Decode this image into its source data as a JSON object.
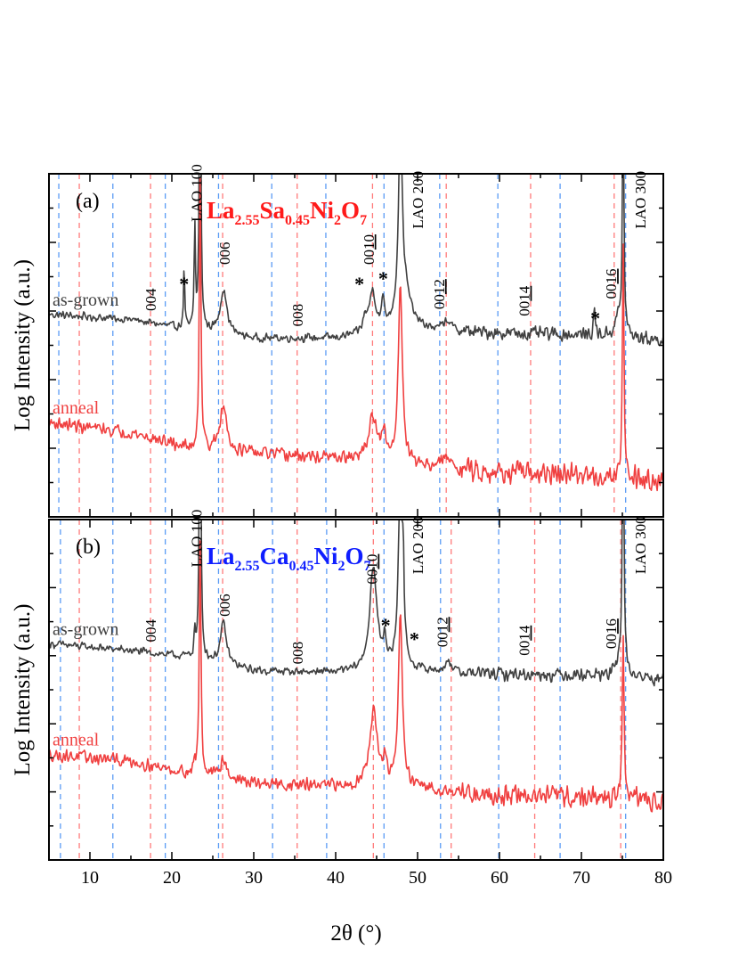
{
  "chart_data": [
    {
      "type": "line",
      "panel": "(a)",
      "title_parts": [
        {
          "t": "La",
          "sub": false
        },
        {
          "t": "2.55",
          "sub": true
        },
        {
          "t": "Sa",
          "sub": false
        },
        {
          "t": "0.45",
          "sub": true
        },
        {
          "t": "Ni",
          "sub": false
        },
        {
          "t": "2",
          "sub": true
        },
        {
          "t": "O",
          "sub": false
        },
        {
          "t": "7",
          "sub": true
        }
      ],
      "title_color": "#ff1a1a",
      "xlim": [
        5,
        80
      ],
      "ylabel": "Log Intensity (a.u.)",
      "series": [
        {
          "name": "as-grown",
          "color": "#404040",
          "baseline": [
            [
              5,
              0.59
            ],
            [
              15,
              0.575
            ],
            [
              22,
              0.545
            ],
            [
              30,
              0.52
            ],
            [
              40,
              0.52
            ],
            [
              44,
              0.53
            ],
            [
              50,
              0.54
            ],
            [
              60,
              0.535
            ],
            [
              70,
              0.53
            ],
            [
              80,
              0.515
            ]
          ],
          "peaks": [
            [
              21.5,
              0.09,
              0.18
            ],
            [
              22.8,
              0.09,
              0.3
            ],
            [
              23.45,
              0.12,
              0.9
            ],
            [
              26.3,
              0.5,
              0.13
            ],
            [
              43.6,
              0.28,
              0.04
            ],
            [
              44.5,
              0.45,
              0.12
            ],
            [
              45.8,
              0.2,
              0.08
            ],
            [
              47.9,
              0.25,
              0.55
            ],
            [
              48.3,
              1.0,
              0.12
            ],
            [
              53.6,
              0.6,
              0.03
            ],
            [
              71.6,
              0.12,
              0.08
            ],
            [
              74.6,
              0.55,
              0.06
            ],
            [
              75.1,
              0.1,
              0.75
            ]
          ],
          "noise": 0.014
        },
        {
          "name": "anneal",
          "color": "#f04040",
          "baseline": [
            [
              5,
              0.275
            ],
            [
              15,
              0.245
            ],
            [
              22,
              0.2
            ],
            [
              30,
              0.185
            ],
            [
              40,
              0.17
            ],
            [
              50,
              0.15
            ],
            [
              60,
              0.13
            ],
            [
              70,
              0.12
            ],
            [
              80,
              0.11
            ]
          ],
          "peaks": [
            [
              23.45,
              0.12,
              0.8
            ],
            [
              26.3,
              0.5,
              0.13
            ],
            [
              44.5,
              0.6,
              0.13
            ],
            [
              45.9,
              0.3,
              0.07
            ],
            [
              47.9,
              0.3,
              0.52
            ],
            [
              53.5,
              0.6,
              0.03
            ],
            [
              75.1,
              0.12,
              0.68
            ]
          ],
          "noise": 0.022
        }
      ],
      "annotations": [
        {
          "text": "LAO 100",
          "x": 23.0,
          "y": 0.86,
          "rotate": true
        },
        {
          "text": "006",
          "x": 26.4,
          "y": 0.735,
          "rotate": true
        },
        {
          "text": "004",
          "x": 17.4,
          "y": 0.6,
          "rotate": true
        },
        {
          "text": "008",
          "x": 35.3,
          "y": 0.555,
          "rotate": true
        },
        {
          "text": "0010",
          "x": 44.0,
          "y": 0.735,
          "rotate": true,
          "underline_last": 2
        },
        {
          "text": "LAO 200",
          "x": 50.0,
          "y": 0.84,
          "rotate": true
        },
        {
          "text": "0012",
          "x": 52.6,
          "y": 0.605,
          "rotate": true,
          "underline_last": 2
        },
        {
          "text": "0014",
          "x": 63.0,
          "y": 0.585,
          "rotate": true,
          "underline_last": 2
        },
        {
          "text": "0016",
          "x": 73.6,
          "y": 0.635,
          "rotate": true,
          "underline_last": 2
        },
        {
          "text": "LAO 300",
          "x": 77.2,
          "y": 0.84,
          "rotate": true
        }
      ],
      "stars": [
        [
          21.5,
          0.66
        ],
        [
          42.9,
          0.66
        ],
        [
          45.8,
          0.675
        ],
        [
          71.7,
          0.56
        ]
      ],
      "red_lines": [
        8.7,
        17.4,
        26.2,
        35.3,
        44.5,
        53.5,
        63.8,
        74.0
      ],
      "blue_lines": [
        6.2,
        12.8,
        19.2,
        25.7,
        32.2,
        38.8,
        45.9,
        52.7,
        59.8,
        67.4,
        75.4
      ]
    },
    {
      "type": "line",
      "panel": "(b)",
      "title_parts": [
        {
          "t": "La",
          "sub": false
        },
        {
          "t": "2.55",
          "sub": true
        },
        {
          "t": "Ca",
          "sub": false
        },
        {
          "t": "0.45",
          "sub": true
        },
        {
          "t": "Ni",
          "sub": false
        },
        {
          "t": "2",
          "sub": true
        },
        {
          "t": "O",
          "sub": false
        },
        {
          "t": "7",
          "sub": true
        }
      ],
      "title_color": "#0f1eff",
      "xlim": [
        5,
        80
      ],
      "ylabel": "Log Intensity (a.u.)",
      "xlabel": "2θ (°)",
      "xticks": [
        10,
        20,
        30,
        40,
        50,
        60,
        70,
        80
      ],
      "series": [
        {
          "name": "as-grown",
          "color": "#404040",
          "baseline": [
            [
              5,
              0.635
            ],
            [
              15,
              0.615
            ],
            [
              22,
              0.595
            ],
            [
              30,
              0.555
            ],
            [
              40,
              0.55
            ],
            [
              50,
              0.555
            ],
            [
              60,
              0.545
            ],
            [
              70,
              0.545
            ],
            [
              80,
              0.53
            ]
          ],
          "peaks": [
            [
              22.8,
              0.09,
              0.08
            ],
            [
              23.45,
              0.12,
              0.93
            ],
            [
              26.3,
              0.45,
              0.12
            ],
            [
              44.6,
              0.55,
              0.3
            ],
            [
              46.0,
              0.22,
              0.08
            ],
            [
              47.9,
              0.3,
              0.55
            ],
            [
              48.25,
              0.1,
              0.2
            ],
            [
              53.8,
              0.5,
              0.03
            ],
            [
              74.9,
              0.45,
              0.07
            ],
            [
              75.1,
              0.1,
              0.9
            ]
          ],
          "noise": 0.014
        },
        {
          "name": "anneal",
          "color": "#f04040",
          "baseline": [
            [
              5,
              0.31
            ],
            [
              15,
              0.29
            ],
            [
              22,
              0.255
            ],
            [
              30,
              0.225
            ],
            [
              40,
              0.215
            ],
            [
              50,
              0.21
            ],
            [
              60,
              0.19
            ],
            [
              70,
              0.185
            ],
            [
              80,
              0.175
            ]
          ],
          "peaks": [
            [
              22.8,
              0.09,
              0.05
            ],
            [
              23.45,
              0.12,
              0.7
            ],
            [
              26.3,
              0.45,
              0.06
            ],
            [
              44.6,
              0.6,
              0.22
            ],
            [
              46.0,
              0.25,
              0.06
            ],
            [
              47.9,
              0.3,
              0.5
            ],
            [
              75.1,
              0.12,
              0.5
            ]
          ],
          "noise": 0.022
        }
      ],
      "annotations": [
        {
          "text": "LAO 100",
          "x": 23.0,
          "y": 0.86,
          "rotate": true
        },
        {
          "text": "006",
          "x": 26.4,
          "y": 0.715,
          "rotate": true
        },
        {
          "text": "004",
          "x": 17.4,
          "y": 0.64,
          "rotate": true
        },
        {
          "text": "008",
          "x": 35.3,
          "y": 0.575,
          "rotate": true
        },
        {
          "text": "0010",
          "x": 44.4,
          "y": 0.81,
          "rotate": true,
          "underline_last": 2
        },
        {
          "text": "LAO 200",
          "x": 50.0,
          "y": 0.84,
          "rotate": true
        },
        {
          "text": "0012",
          "x": 53.0,
          "y": 0.625,
          "rotate": true,
          "underline_last": 2
        },
        {
          "text": "0014",
          "x": 63.0,
          "y": 0.6,
          "rotate": true,
          "underline_last": 2
        },
        {
          "text": "0016",
          "x": 73.6,
          "y": 0.62,
          "rotate": true,
          "underline_last": 2
        },
        {
          "text": "LAO 300",
          "x": 77.2,
          "y": 0.84,
          "rotate": true
        }
      ],
      "stars": [
        [
          46.1,
          0.67
        ],
        [
          49.6,
          0.63
        ]
      ],
      "red_lines": [
        8.7,
        17.4,
        26.2,
        35.3,
        44.6,
        54.1,
        64.3,
        74.8
      ],
      "blue_lines": [
        6.4,
        12.8,
        19.2,
        25.7,
        32.3,
        38.9,
        45.9,
        52.8,
        59.9,
        67.4,
        75.4
      ]
    }
  ]
}
